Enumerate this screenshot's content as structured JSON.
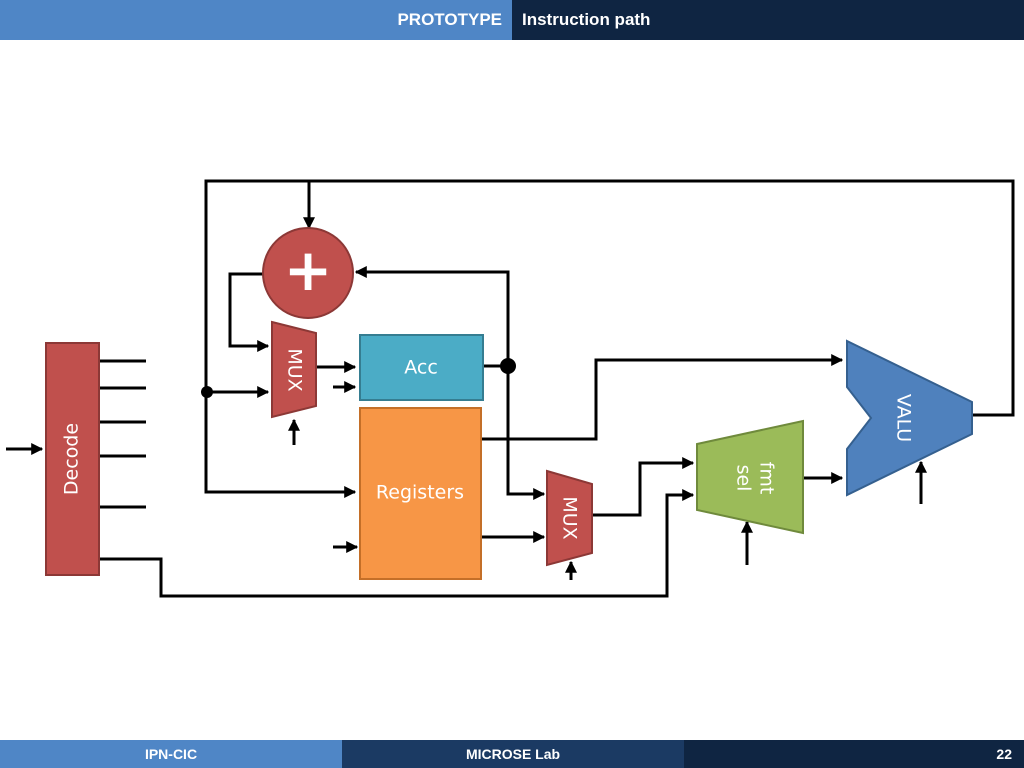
{
  "header": {
    "section": "PROTOTYPE",
    "title": "Instruction path"
  },
  "diagram": {
    "blocks": {
      "decode": "Decode",
      "adder": "+",
      "mux_top": "MUX",
      "acc": "Acc",
      "registers": "Registers",
      "mux_bottom": "MUX",
      "fmt_sel_line1": "fmt",
      "fmt_sel_line2": "sel",
      "valu": "VALU"
    },
    "colors": {
      "red_block": "#c0504d",
      "acc_block": "#4bacc6",
      "registers_block": "#f79646",
      "fmt_block": "#9bbb59",
      "valu_block": "#4f81bd",
      "wire": "#000000"
    }
  },
  "footer": {
    "left": "IPN-CIC",
    "center": "MICROSE Lab",
    "page": "22"
  }
}
